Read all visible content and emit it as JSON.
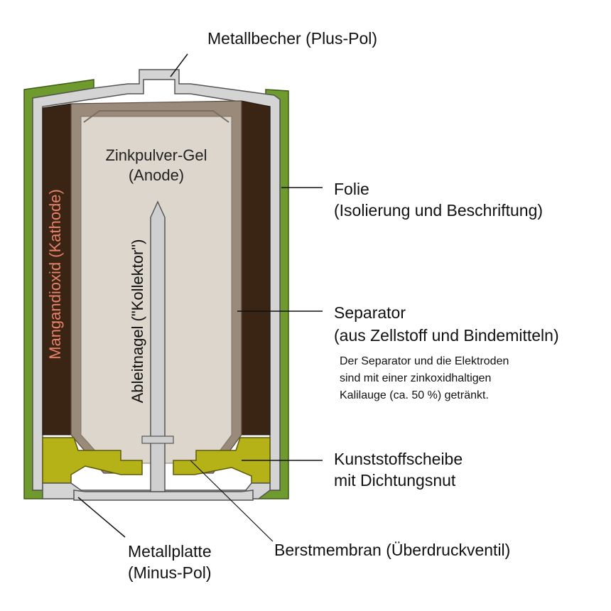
{
  "labels": {
    "metallbecher": "Metallbecher (Plus-Pol)",
    "folie_1": "Folie",
    "folie_2": "(Isolierung und Beschriftung)",
    "separator_1": "Separator",
    "separator_2": "(aus Zellstoff und Bindemitteln)",
    "note_1": "Der Separator und die Elektroden",
    "note_2": "sind mit einer zinkoxidhaltigen",
    "note_3": "Kalilauge (ca. 50 %) getränkt.",
    "kunststoff_1": "Kunststoffscheibe",
    "kunststoff_2": "mit Dichtungsnut",
    "berstmembran": "Berstmembran (Überdruckventil)",
    "metallplatte_1": "Metallplatte",
    "metallplatte_2": "(Minus-Pol)",
    "zink_1": "Zinkpulver-Gel",
    "zink_2": "(Anode)",
    "ableitnagel": "Ableitnagel (\"Kollektor\")",
    "kathode": "Mangandioxid (Kathode)"
  },
  "colors": {
    "folie": "#6e9a2e",
    "can": "#d4d4d4",
    "can_edge": "#555555",
    "cathode": "#3a2414",
    "separator": "#9a8a7a",
    "anode": "#dcd6cc",
    "gasket": "#b5b218",
    "gasket_edge": "#5e5a0c",
    "nail": "#cfcfcf",
    "kathode_text": "#e8826a"
  }
}
